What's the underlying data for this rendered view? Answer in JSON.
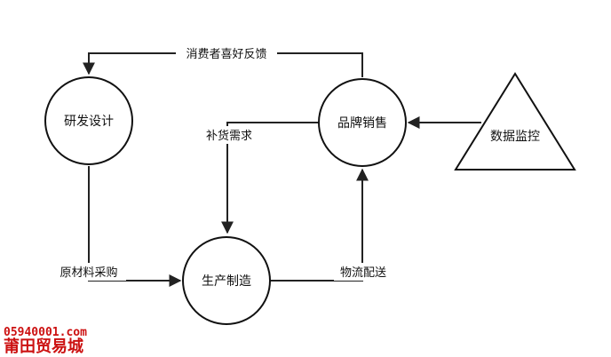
{
  "nodes": {
    "rd": "研发设计",
    "brand": "品牌销售",
    "production": "生产制造",
    "data": "数据监控"
  },
  "edges": {
    "feedback": "消费者喜好反馈",
    "replenish": "补货需求",
    "materials": "原材料采购",
    "logistics": "物流配送"
  },
  "watermark": {
    "url": "05940001.com",
    "name": "莆田贸易城"
  },
  "colors": {
    "stroke": "#222222",
    "watermark": "#cc1111"
  }
}
